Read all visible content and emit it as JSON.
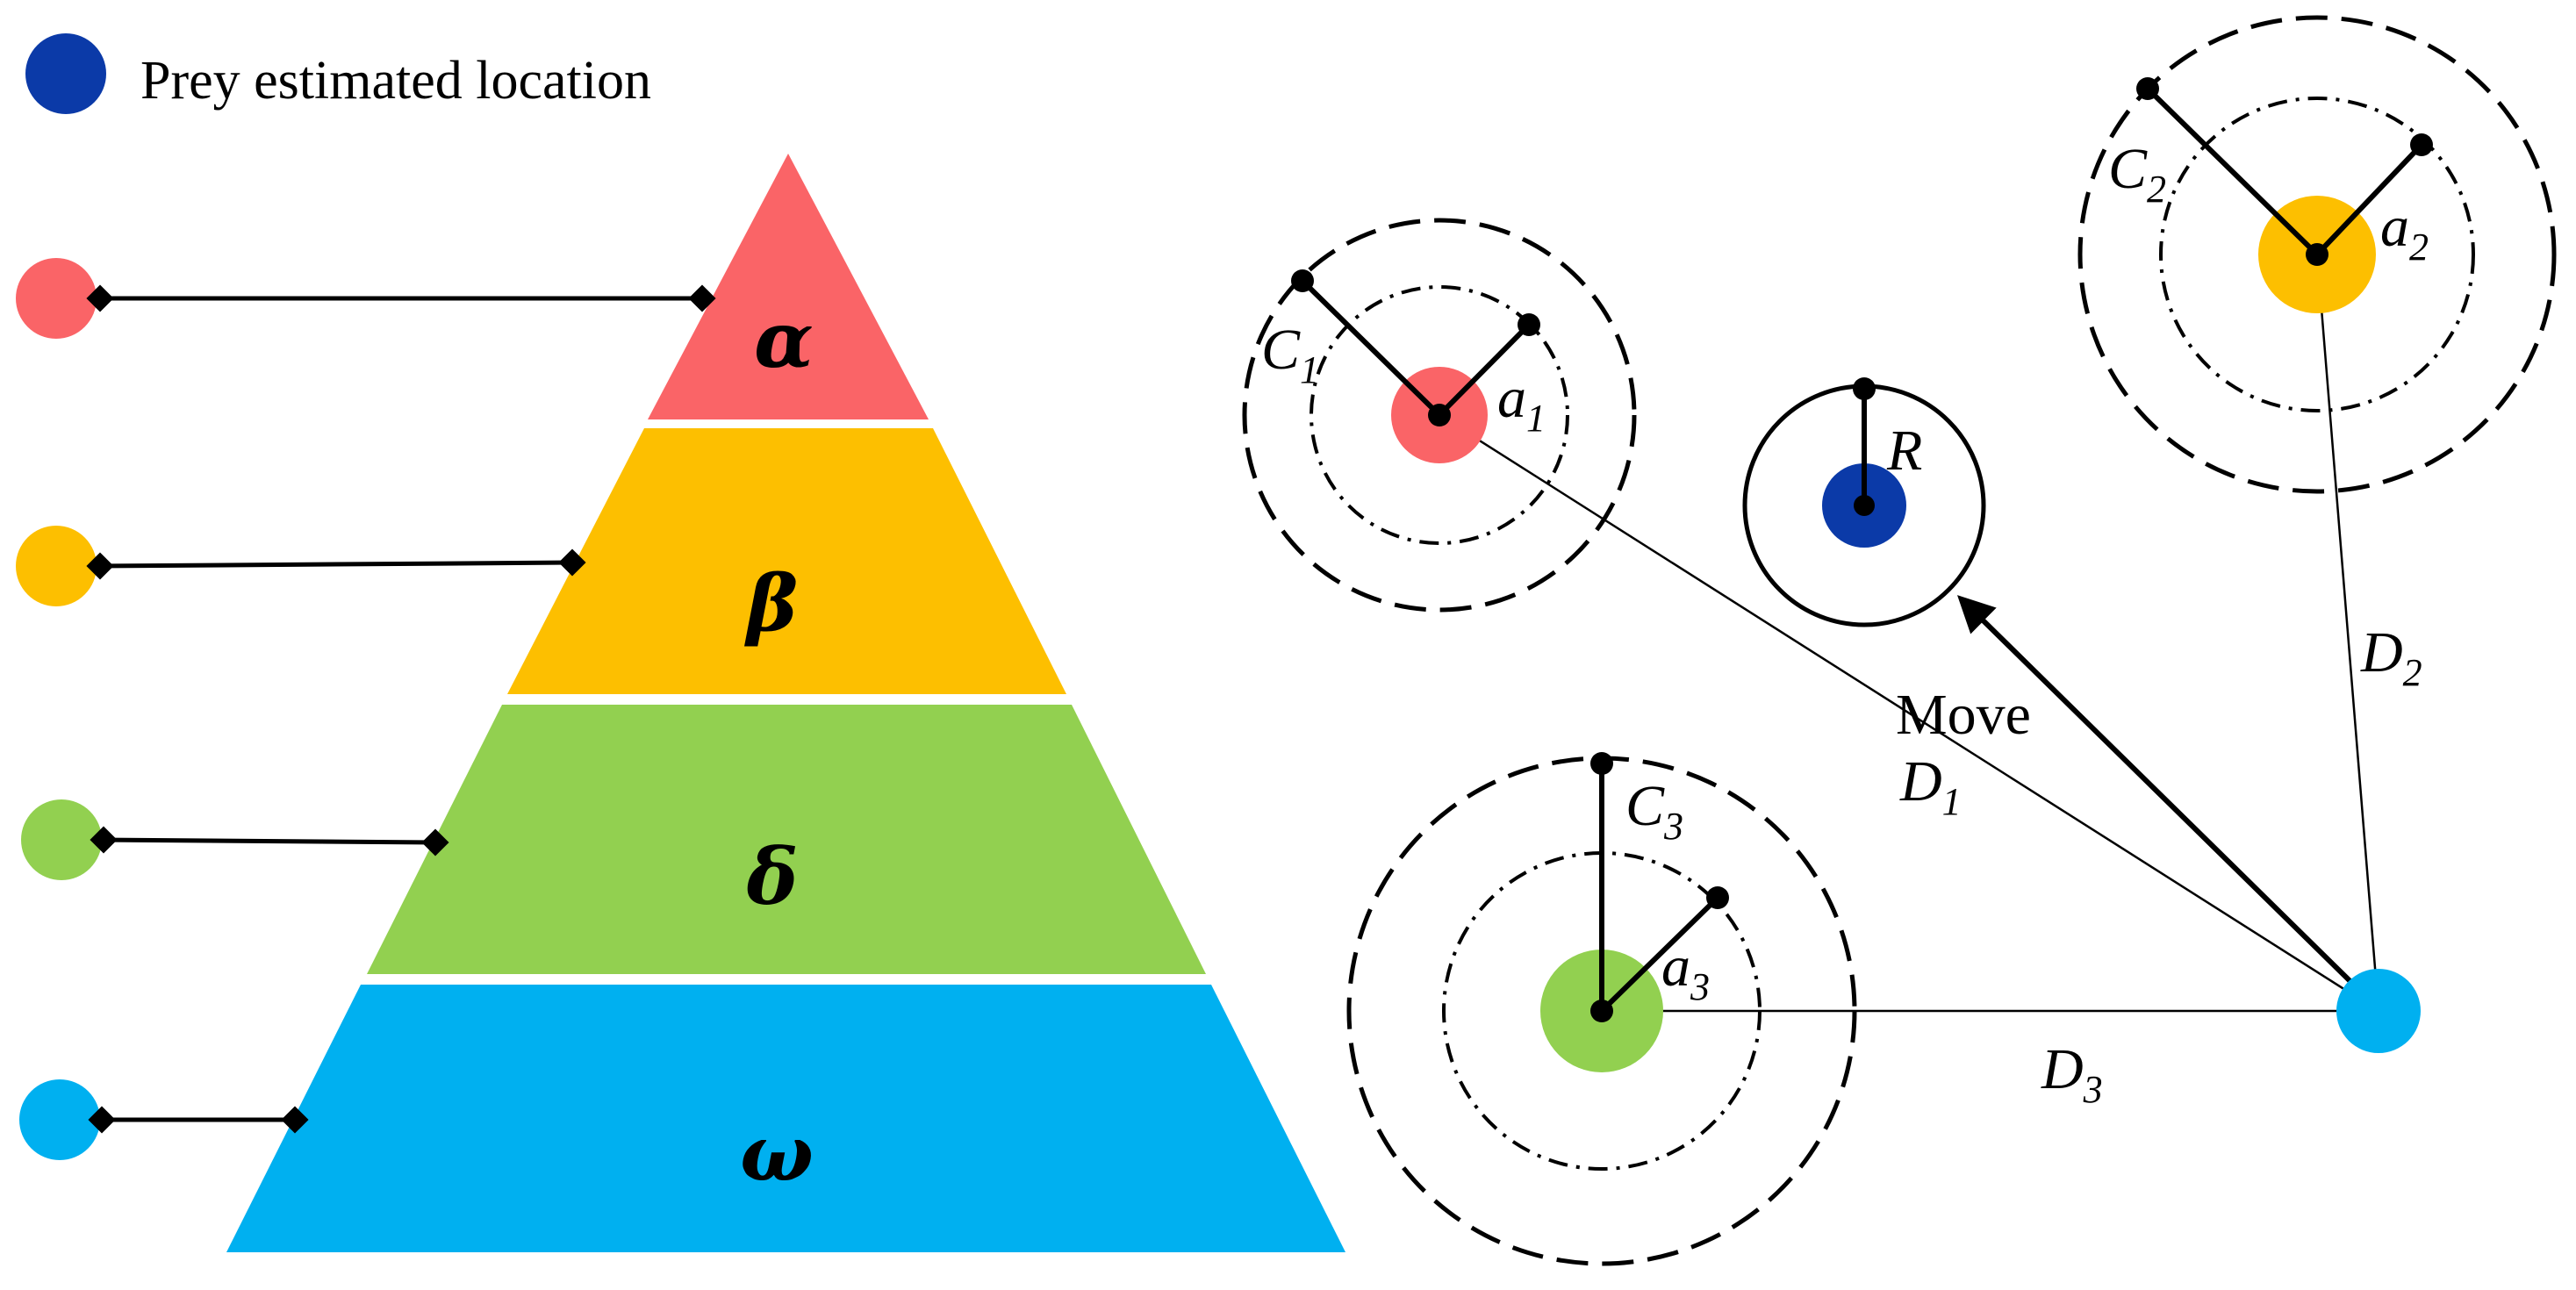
{
  "legend": {
    "label": "Prey estimated location",
    "color": "#0b3aa8"
  },
  "colors": {
    "alpha": "#fa6467",
    "beta": "#fdbf00",
    "delta": "#92d050",
    "omega": "#00b0f0",
    "prey": "#0b3aa8"
  },
  "hierarchy": {
    "levels": [
      {
        "symbol": "α"
      },
      {
        "symbol": "β"
      },
      {
        "symbol": "δ"
      },
      {
        "symbol": "ω"
      }
    ]
  },
  "diagram": {
    "alpha_C": "C",
    "alpha_C_sub": "1",
    "alpha_a": "a",
    "alpha_a_sub": "1",
    "beta_C": "C",
    "beta_C_sub": "2",
    "beta_a": "a",
    "beta_a_sub": "2",
    "delta_C": "C",
    "delta_C_sub": "3",
    "delta_a": "a",
    "delta_a_sub": "3",
    "prey_R": "R",
    "D1": "D",
    "D1_sub": "1",
    "D2": "D",
    "D2_sub": "2",
    "D3": "D",
    "D3_sub": "3",
    "move": "Move"
  }
}
